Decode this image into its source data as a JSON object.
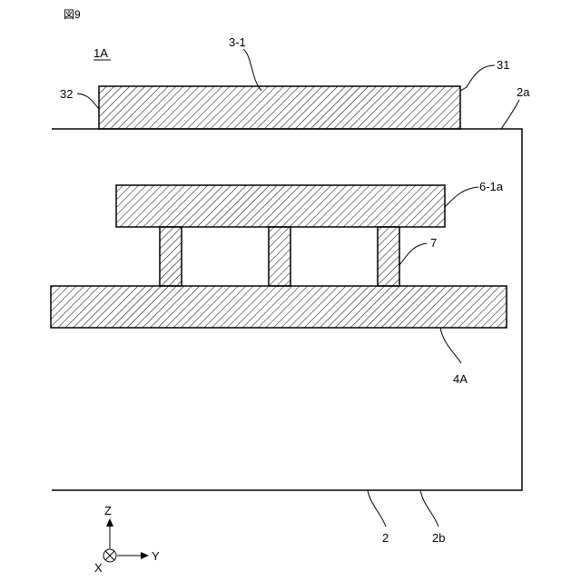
{
  "figure": {
    "title": "図9"
  },
  "labels": {
    "device": "1A",
    "top_part": "3-1",
    "top_part_right_edge": "31",
    "top_part_left_edge": "32",
    "substrate_top_surface": "2a",
    "upper_plate": "6-1a",
    "pillars": "7",
    "lower_plate": "4A",
    "substrate": "2",
    "substrate_bottom_surface": "2b"
  },
  "axes": {
    "z": "Z",
    "y": "Y",
    "x": "X"
  }
}
